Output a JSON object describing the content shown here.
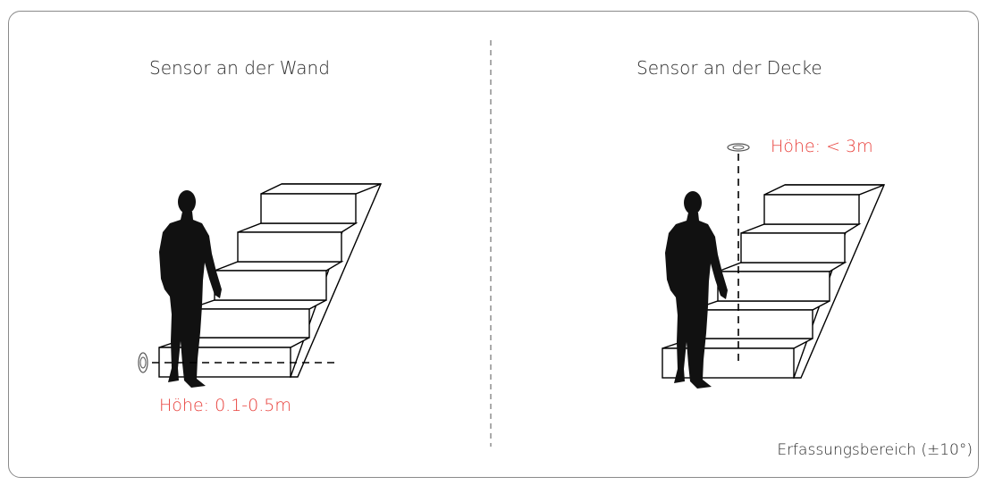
{
  "left": {
    "title": "Sensor an der Wand",
    "height_label": "Höhe: 0.1-0.5m"
  },
  "right": {
    "title": "Sensor an der Decke",
    "height_label": "Höhe: < 3m"
  },
  "footer": "Erfassungsbereich (±10°)",
  "colors": {
    "accent": "#e8413c",
    "text": "#2a2a2a",
    "border": "#8a8a8a"
  }
}
